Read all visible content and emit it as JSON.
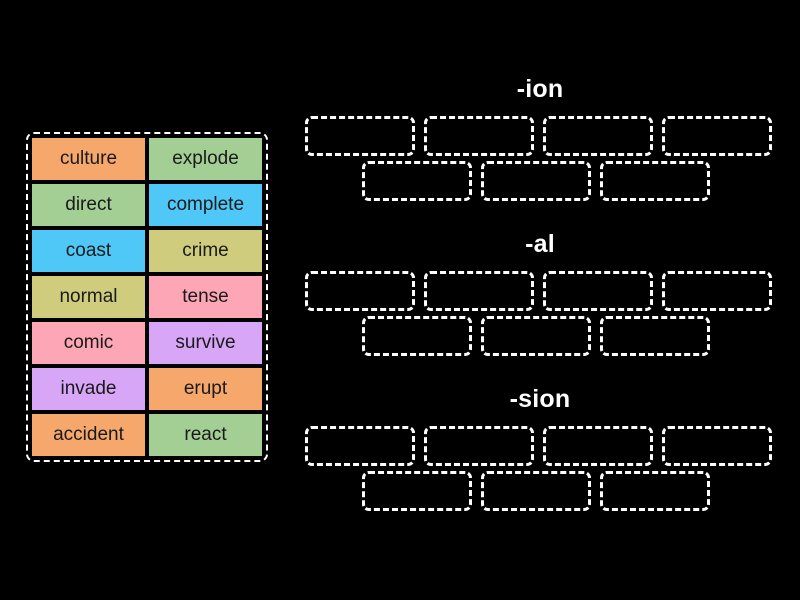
{
  "page": {
    "background_color": "#000000",
    "type": "word-sort-drag-and-drop-activity"
  },
  "palette": {
    "orange": "#F5A76C",
    "green": "#A3CE94",
    "blue": "#4FC7F7",
    "khaki": "#CFCC7E",
    "pink": "#FCA6B6",
    "purple": "#D7A6F7",
    "slot_border": "#FFFFFF",
    "text_dark": "#1A1A1A",
    "text_light": "#FFFFFF"
  },
  "word_bank": {
    "name": "word-bank",
    "rows": [
      [
        {
          "label": "culture",
          "color": "#F5A76C"
        },
        {
          "label": "explode",
          "color": "#A3CE94"
        }
      ],
      [
        {
          "label": "direct",
          "color": "#A3CE94"
        },
        {
          "label": "complete",
          "color": "#4FC7F7"
        }
      ],
      [
        {
          "label": "coast",
          "color": "#4FC7F7"
        },
        {
          "label": "crime",
          "color": "#CFCC7E"
        }
      ],
      [
        {
          "label": "normal",
          "color": "#CFCC7E"
        },
        {
          "label": "tense",
          "color": "#FCA6B6"
        }
      ],
      [
        {
          "label": "comic",
          "color": "#FCA6B6"
        },
        {
          "label": "survive",
          "color": "#D7A6F7"
        }
      ],
      [
        {
          "label": "invade",
          "color": "#D7A6F7"
        },
        {
          "label": "erupt",
          "color": "#F5A76C"
        }
      ],
      [
        {
          "label": "accident",
          "color": "#F5A76C"
        },
        {
          "label": "react",
          "color": "#A3CE94"
        }
      ]
    ]
  },
  "groups": [
    {
      "id": "ion",
      "title": "-ion",
      "top_row_slots": 4,
      "bottom_row_slots": 3,
      "slots_filled": []
    },
    {
      "id": "al",
      "title": "-al",
      "top_row_slots": 4,
      "bottom_row_slots": 3,
      "slots_filled": []
    },
    {
      "id": "sion",
      "title": "-sion",
      "top_row_slots": 4,
      "bottom_row_slots": 3,
      "slots_filled": []
    }
  ]
}
